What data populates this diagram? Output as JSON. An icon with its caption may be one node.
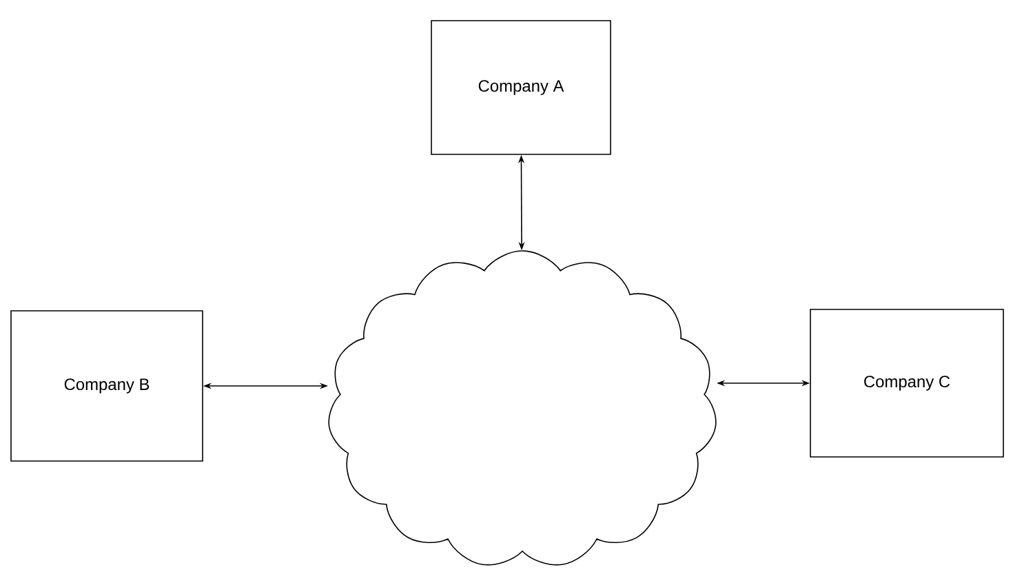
{
  "diagram": {
    "nodes": [
      {
        "text": [
          "Company A"
        ]
      },
      {
        "text": [
          "Company B"
        ]
      },
      {
        "text": [
          "Company C"
        ]
      },
      {
        "text": [],
        "shape": "cloud"
      }
    ],
    "edges": [
      {
        "from": 0,
        "to": 3,
        "arrow": "both"
      },
      {
        "from": 1,
        "to": 3,
        "arrow": "both"
      },
      {
        "from": 3,
        "to": 2,
        "arrow": "both"
      }
    ]
  }
}
